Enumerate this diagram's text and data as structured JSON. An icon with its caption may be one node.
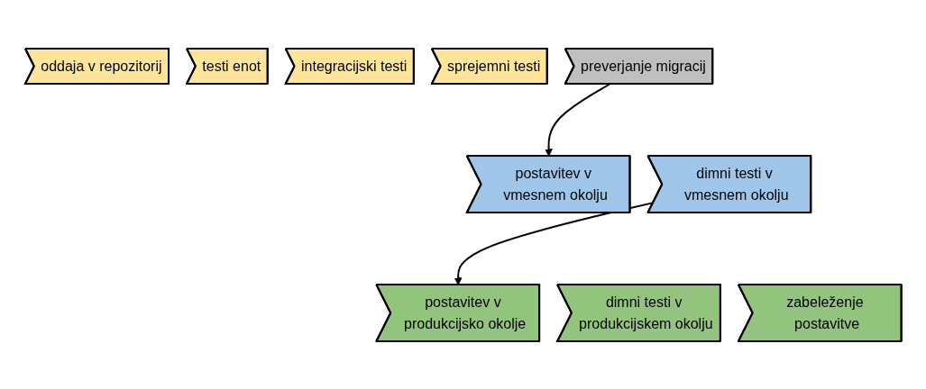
{
  "diagram": {
    "nodes": [
      {
        "text": [
          "oddaja v repozitorij"
        ]
      },
      {
        "text": [
          "testi enot"
        ]
      },
      {
        "text": [
          "integracijski testi"
        ]
      },
      {
        "text": [
          "sprejemni testi"
        ]
      },
      {
        "text": [
          "preverjanje migracij"
        ]
      },
      {
        "text": [
          "postavitev v vmesnem okolju"
        ]
      },
      {
        "text": [
          "dimni testi v vmesnem okolju"
        ]
      },
      {
        "text": [
          "postavitev v produkcijsko okolje"
        ]
      },
      {
        "text": [
          "dimni testi v produkcijskem okolju"
        ]
      },
      {
        "text": [
          "zabeleženje postavitve"
        ]
      }
    ],
    "edges": [
      {
        "from": 4,
        "to": 5,
        "arrow": "to"
      },
      {
        "from": 6,
        "to": 7,
        "arrow": "to"
      }
    ]
  }
}
